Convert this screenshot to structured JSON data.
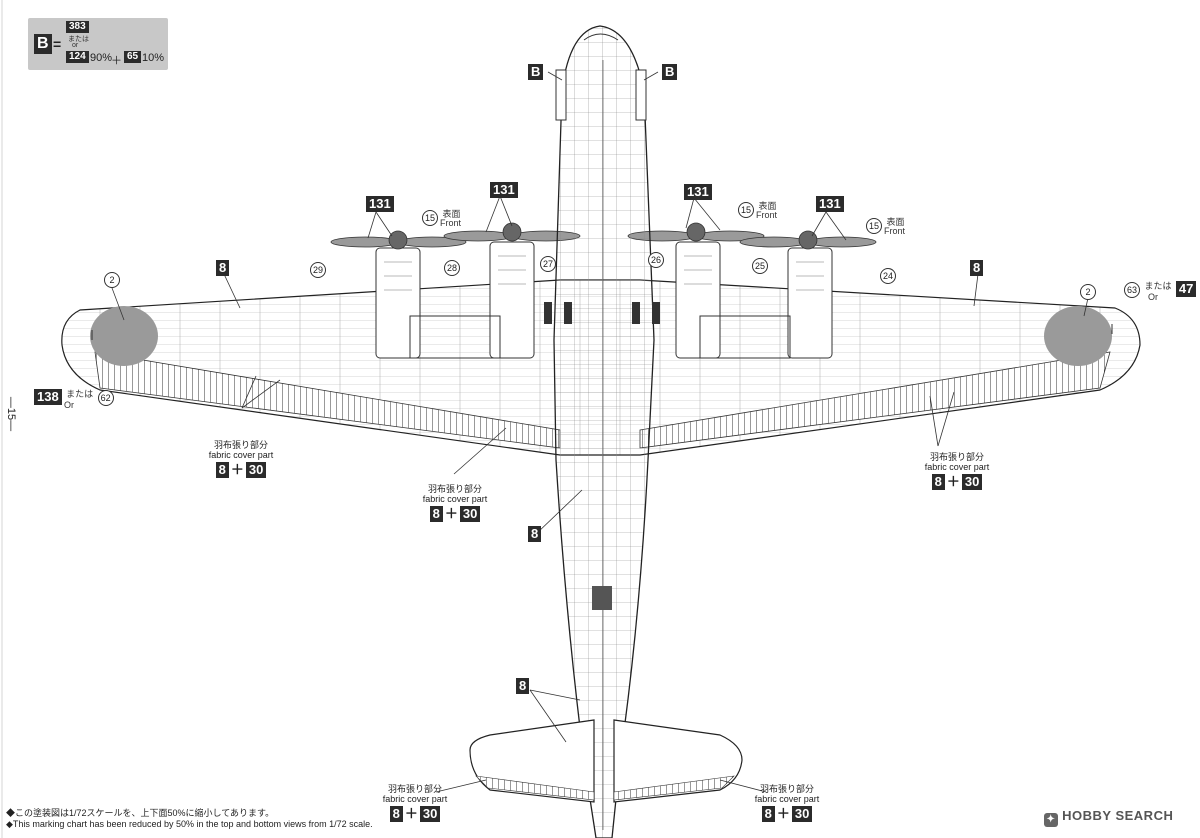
{
  "legend": {
    "code": "B",
    "eq": "=",
    "color_a": "383",
    "or_jp": "または",
    "or_en": "or",
    "color_b": "124",
    "pct_b": "90%",
    "plus": "＋",
    "color_c": "65",
    "pct_c": "10%"
  },
  "callouts": {
    "b_left": "B",
    "b_right": "B",
    "prop_color": "131",
    "front_num": "15",
    "front_jp": "表面",
    "front_en": "Front",
    "wing_color": "8",
    "circle_2": "2",
    "circle_24": "24",
    "circle_25": "25",
    "circle_26": "26",
    "circle_27": "27",
    "circle_28": "28",
    "circle_29": "29",
    "left_tip_color": "138",
    "left_tip_or_jp": "または",
    "left_tip_or_en": "Or",
    "left_tip_alt": "62",
    "right_tip_num": "63",
    "right_tip_or_jp": "または",
    "right_tip_or_en": "Or",
    "right_tip_color": "47"
  },
  "fabric": {
    "jp": "羽布張り部分",
    "en": "fabric cover part",
    "a": "8",
    "plus": "＋",
    "b": "30"
  },
  "page_number": "—15—",
  "footer": {
    "note_jp": "◆この塗装図は1/72スケールを、上下面50%に縮小してあります。",
    "note_en": "◆This marking chart has been reduced by 50% in the top and bottom views from 1/72 scale."
  },
  "watermark": "HOBBY SEARCH",
  "colors": {
    "dark_box": "#2b2b2b",
    "legend_bg": "#c8c8c8",
    "line": "#333333",
    "wingtip_shade": "#9a9a9a"
  }
}
